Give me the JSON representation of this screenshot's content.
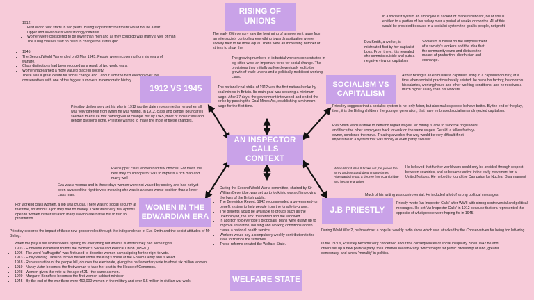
{
  "titles": {
    "rising": "RISING OF UNIONS",
    "y1912": "1912 VS 1945",
    "socialism": "SOCIALISM VS CAPITALISM",
    "inspector": "AN INSPECTOR CALLS CONTEXT",
    "women": "WOMEN IN THE EDWARDIAN ERA",
    "priestly": "J.B PRIESTLY",
    "welfare": "WELFARE STATE"
  },
  "y1912_1912": [
    "1912:",
    "First World War starts in two years. Birling's optimistic that there would not be a war.",
    "Upper and lower class were strongly different",
    "Women were considered to be lower than men and all they could do was marry a well of man",
    "The ruling classes saw no need to change the status quo."
  ],
  "y1912_1945": [
    "1945",
    "The Second World War ended on 8 May 1945. People were recovering from six years of warfare.",
    "Class distinctions had been reduced as a result of two world wars.",
    "Women had earned a more valued place in society.",
    "There was a great desire for social change and Labour won the next election over the conservatives with one of the biggest turnovers in democratic history."
  ],
  "y1912_priestley": "Priestley deliberately set his play in 1912 (so the date represented an era when all was very different from when he was writing. In 1912, class and gender boundaries seemed to ensure that nothing would change. Yet by 1945, most of those class and gender divisions gone. Priestley wanted to make the most of these changes.",
  "unions": {
    "intro": "The early 20th century saw the beginning of a movement away from an elite society controlling everything towards a situation where society tried to be more equal. There were an increasing number of strikes to show the",
    "growing": "The growing numbers of industrial workers concentrated in big cities were an important force for social change. The provisions they initially suffered eventually led to the growth of trade unions and a politically mobilised working class.",
    "coal": "The national coal strike of 1912 was the first national strike by coal miners in Britain. Its main goal was securing a minimum wage. After 37 days, the government intervened and ended the strike by passing the Coal Mines Act, establishing a minimum wage for the first time."
  },
  "socialism": {
    "top": "in a socialist system an employee is sacked or made redundant, he or she is entitled to a portion of her salary over a period of weeks or months. All of this would be provided because in a socialist system the goal is people, not profit.",
    "eva": "Eva Smith, a worker, is mistreated first by her capitalist boss. From there, it is revealed she commits suicide and puts a negative view on capitalism",
    "soc_def": "Socialism is based on the empowerment of a society's workers and the idea that the community owns and dictates the means of production, distribution and exchange.",
    "arthur": "Arthur Birling is an enthusiastic capitalist, living in a capitalist country, at a time when socialist practices barely existed: he owns his factory, he controls his salaries, working hours and other working conditions; and he receives a much higher salary than his workers.",
    "suggests": "Priestley suggests that a socialist system is not only fairer, but also makes people behave better. By the end of the play, then, it is the Birling children, the younger generation, that have embraced socialism and rejected capitalism.",
    "eva_led": "Eva Smith leads a strike to demand higher wages, Mr Birling is able to sack the ringleaders and force the other employees back to work on the same wages. Gerald, a fellow factory-owner, condones the move. Treating a worker this way would be very difficult if not impossible in a system that was wholly or even partly socialist"
  },
  "women": {
    "upper": "Even upper class women had few choices. For most, the best they could hope for was to impress a rich man and marry well",
    "eva_woman": "Eva was a woman and in these days women were not valued by society and had not yet been awarded the right to vote meaning she was in an even worse position than a lower class man.",
    "working": "For working class women, a job was crucial. There was no social security at that time, so without a job they had no money. There were very few options open to women in that situation many saw no alternative but to turn to prostitution.",
    "explores": "Priestley explores the impact of these new gender roles through the independence of Eva Smith and the sexist attitudes of Mr Birling.",
    "events": [
      "When the play is set women were fighting for everything but when it is written they had some rights",
      "1903 - Emmeline Pankhurst founds the Women's Social and Political Union (WSPU)",
      "1906 - The word \"suffragette\" was first used to describe women campaigning for the right to vote.",
      "1913 - Emily Wilding Davison throws herself under the King's horse at the Epsom Derby and is killed.",
      "1918 - Representation of the people bill, doubles the electorate, giving the parliamentary vote to about six million women.",
      "1919 - Nancy Astor becomes the first woman to take her seat in the House of Commons.",
      "1928 - Women given the vote at the age of 21 - the same as men.",
      "1929 - Margaret Bondfield becomes the first women cabinet minister.",
      "1945 - By the end of the war there were 460,000 women in the military and over 6.5 million in civilian war work."
    ]
  },
  "welfare": [
    "During the Second World War a committee, chaired by Sir William Beveridge, was set up to look into ways of improving the lives of the British public.",
    "The Beveridge Report, 1942 recommended a government-run benefit system to help people from the 'cradle-to-grave'.",
    "The benefits would be available to groups such as the unemployed, the sick, the retired and the widowed.",
    "In addition to Beveridge's proposals, plans were drawn up to improve education, housing and working conditions and to create a national health service.",
    "Workers would pay a compulsory weekly contribution to the state to finance the schemes.",
    "These reforms created the Welfare State."
  ],
  "priestly": {
    "broke_out": "When World War II broke out, he joined the army and escaped death many times. Afterwards he got a degree from Cambridge and became a writer",
    "believed": "He believed that further world wars could only be avoided through respect between countries, and so became active in the early movement for a United Nations. He helped to found the Campaign for Nuclear Disarmament",
    "much": "Much of his writing was controversial. He included a lot of strong political messages.",
    "wrote": "Priestly wrote 'An Inspector Calls' after WWII with strong controversial and political messages. He set 'An Inspector Calls' in 1912 because that era represented the opposite of what people were hoping for in 1945",
    "broadcast": "During World War 2, he broadcast a popular weekly radio show which was attacked by the Conservatives for being too left-wing",
    "thirties": "In the 1930s, Priestley became very concerned about the consequences of social inequality. So in 1942 he and others set up a new political party, the Common Wealth Party, which fought for public ownership of land, greater democracy, and a new 'morality' in politics."
  },
  "colors": {
    "background": "#f7cbd9",
    "box": "#c9a2e8",
    "box_text": "#ffffff",
    "arrow": "#111111"
  }
}
